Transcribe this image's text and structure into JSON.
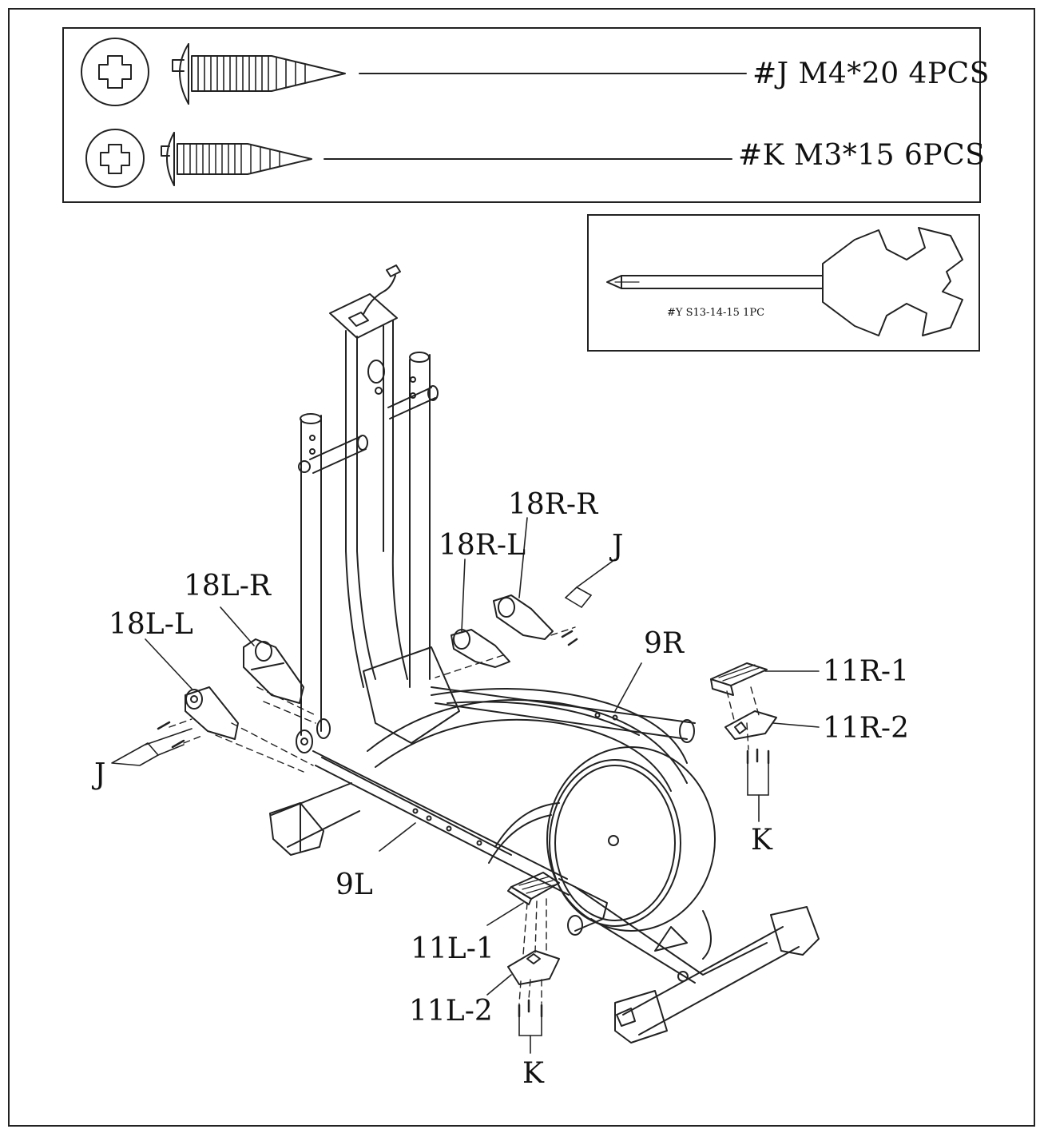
{
  "hardware": [
    {
      "code": "#J M4*20 4PCS",
      "icon": "phillips-screw-icon"
    },
    {
      "code": "#K M3*15 6PCS",
      "icon": "phillips-screw-icon"
    }
  ],
  "tool": {
    "code": "#Y S13-14-15 1PC",
    "icon": "wrench-screwdriver-icon"
  },
  "callouts": {
    "c18RR": "18R-R",
    "c18RL": "18R-L",
    "cJright": "J",
    "c18LR": "18L-R",
    "c18LL": "18L-L",
    "cJleft": "J",
    "c9R": "9R",
    "c11R1": "11R-1",
    "c11R2": "11R-2",
    "cKright": "K",
    "c9L": "9L",
    "c11L1": "11L-1",
    "c11L2": "11L-2",
    "cKbottom": "K"
  },
  "colors": {
    "line": "#222222",
    "background": "#ffffff"
  }
}
